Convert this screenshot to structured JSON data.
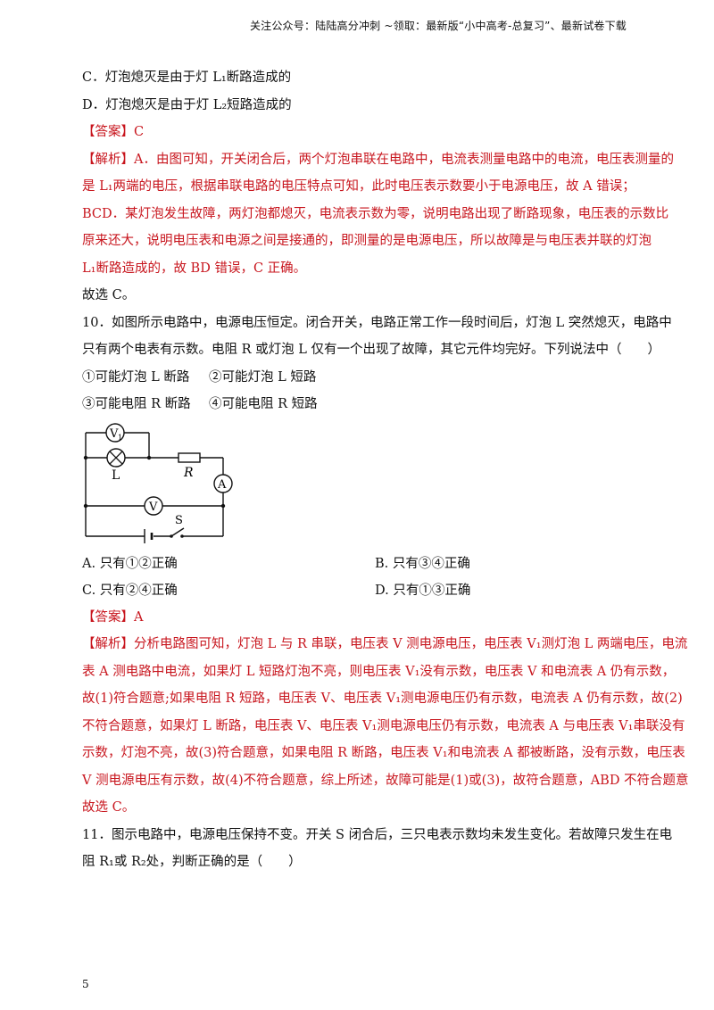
{
  "header": {
    "text": "关注公众号：陆陆高分冲刺 ~领取：最新版“小中高考-总复习”、最新试卷下载"
  },
  "prev": {
    "options": [
      "C．灯泡熄灭是由于灯 L₁断路造成的",
      "D．灯泡熄灭是由于灯 L₂短路造成的"
    ],
    "answer": "【答案】C",
    "analysis": [
      "【解析】A．由图可知，开关闭合后，两个灯泡串联在电路中，电流表测量电路中的电流，电压表测量的",
      "是 L₁两端的电压，根据串联电路的电压特点可知，此时电压表示数要小于电源电压，故 A 错误；",
      "BCD．某灯泡发生故障，两灯泡都熄灭，电流表示数为零，说明电路出现了断路现象，电压表的示数比",
      "原来还大，说明电压表和电源之间是接通的，即测量的是电源电压，所以故障是与电压表并联的灯泡",
      "L₁断路造成的，故 BD 错误，C 正确。"
    ],
    "conclusion": "故选 C。"
  },
  "q10": {
    "stem": [
      "10．如图所示电路中，电源电压恒定。闭合开关，电路正常工作一段时间后，灯泡 L 突然熄灭，电路中",
      "只有两个电表有示数。电阻 R 或灯泡 L 仅有一个出现了故障，其它元件均完好。下列说法中（　　）"
    ],
    "statements": [
      "①可能灯泡 L 断路",
      "②可能灯泡 L 短路",
      "③可能电阻 R 断路",
      "④可能电阻 R 短路"
    ],
    "circuit_labels": {
      "v1": "V",
      "v1_sub": "1",
      "lamp": "L",
      "resistor": "R",
      "ammeter": "A",
      "voltmeter": "V",
      "switch": "S"
    },
    "choices": [
      "A. 只有①②正确",
      "B. 只有③④正确",
      "C. 只有②④正确",
      "D. 只有①③正确"
    ],
    "answer": "【答案】A",
    "analysis": [
      "【解析】分析电路图可知，灯泡 L 与 R 串联，电压表 V 测电源电压，电压表 V₁测灯泡 L 两端电压，电流",
      "表 A 测电路中电流，如果灯 L 短路灯泡不亮，则电压表 V₁没有示数，电压表 V 和电流表 A 仍有示数，",
      "故(1)符合题意;如果电阻 R 短路，电压表 V、电压表 V₁测电源电压仍有示数，电流表 A 仍有示数，故(2)",
      "不符合题意，如果灯 L 断路，电压表 V、电压表 V₁测电源电压仍有示数，电流表 A 与电压表 V₁串联没有",
      "示数，灯泡不亮，故(3)符合题意，如果电阻 R 断路，电压表 V₁和电流表 A 都被断路，没有示数，电压表",
      "V 测电源电压有示数，故(4)不符合题意，综上所述，故障可能是(1)或(3)，故符合题意，ABD 不符合题意",
      "故选 C。"
    ]
  },
  "q11": {
    "stem": [
      "11．图示电路中，电源电压保持不变。开关 S 闭合后，三只电表示数均未发生变化。若故障只发生在电",
      "阻 R₁或 R₂处，判断正确的是（　　）"
    ]
  },
  "page_number": "5"
}
